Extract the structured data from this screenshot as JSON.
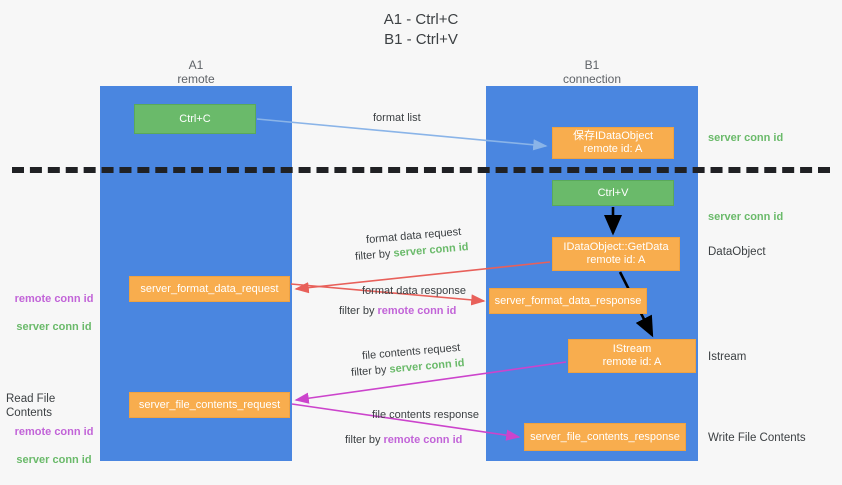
{
  "title": "A1 - Ctrl+C\nB1 - Ctrl+V",
  "colors": {
    "lane": "#4a86e0",
    "green_node": "#6aba6a",
    "orange_node": "#f8ad4e",
    "server_conn_id": "#6aba6a",
    "remote_conn_id": "#c264d8",
    "divider": "#202124",
    "arrow_format_list": "#8ab4e8",
    "arrow_format_data": "#e8605a",
    "arrow_file_contents": "#cc44cc",
    "arrow_black": "#000000",
    "background": "#f7f7f7"
  },
  "lanes": [
    {
      "id": "a1",
      "title": "A1",
      "subtitle": "remote"
    },
    {
      "id": "b1",
      "title": "B1",
      "subtitle": "connection"
    }
  ],
  "nodes": {
    "ctrl_c": {
      "label": "Ctrl+C",
      "color": "green"
    },
    "save_idataobject": {
      "label": "保存IDataObject\nremote id: A",
      "color": "orange"
    },
    "ctrl_v": {
      "label": "Ctrl+V",
      "color": "green"
    },
    "getdata": {
      "label": "IDataObject::GetData\nremote id: A",
      "color": "orange"
    },
    "server_format_data_request": {
      "label": "server_format_data_request",
      "color": "orange"
    },
    "server_format_data_response": {
      "label": "server_format_data_response",
      "color": "orange"
    },
    "istream": {
      "label": "IStream\nremote id: A",
      "color": "orange"
    },
    "server_file_contents_request": {
      "label": "server_file_contents_request",
      "color": "orange"
    },
    "server_file_contents_response": {
      "label": "server_file_contents_response",
      "color": "orange"
    }
  },
  "edges": {
    "format_list": {
      "label": "format list"
    },
    "format_data_request": {
      "label": "format data request",
      "filter_prefix": "filter by ",
      "filter_value": "server conn id"
    },
    "format_data_response": {
      "label": "format data response",
      "filter_prefix": "filter by ",
      "filter_value": "remote conn id"
    },
    "file_contents_request": {
      "label": "file contents request",
      "filter_prefix": "filter by ",
      "filter_value": "server conn id"
    },
    "file_contents_response": {
      "label": "file contents response",
      "filter_prefix": "filter by ",
      "filter_value": "remote conn id"
    }
  },
  "right_labels": {
    "server_conn_id_top": "server conn id",
    "server_conn_id_mid": "server conn id",
    "dataobject": "DataObject",
    "istream": "Istream",
    "write_file_contents": "Write File Contents"
  },
  "left_labels": {
    "remote_conn_id_1": "remote conn id",
    "server_conn_id_1": "server conn id",
    "read_file_contents": "Read File Contents",
    "remote_conn_id_2": "remote conn id",
    "server_conn_id_2": "server conn id"
  }
}
